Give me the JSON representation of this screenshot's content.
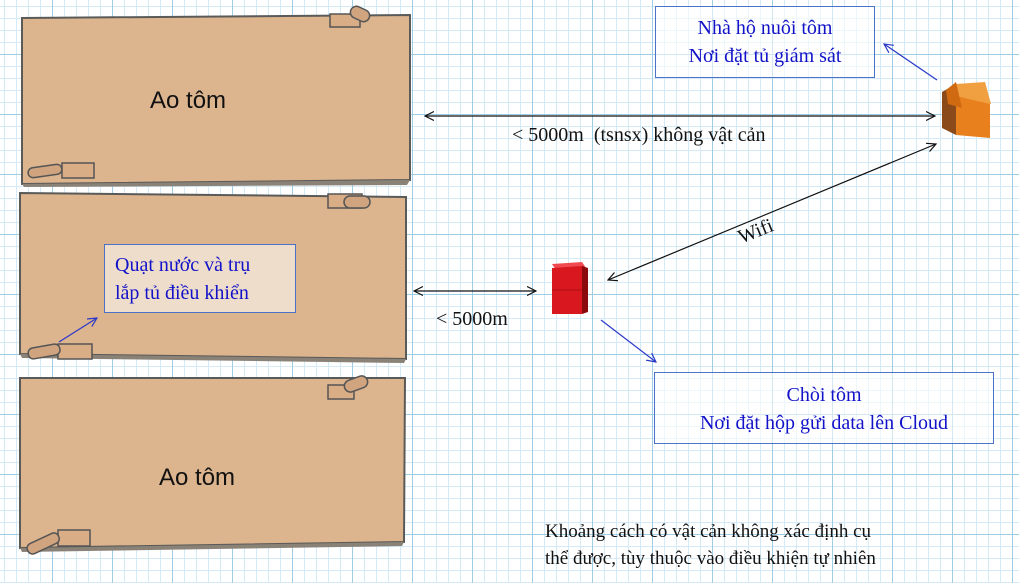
{
  "ponds": {
    "top_label": "Ao tôm",
    "bottom_label": "Ao tôm"
  },
  "labels": {
    "house": [
      "Nhà hộ nuôi tôm",
      "Nơi đặt tủ giám sát"
    ],
    "fan": [
      "Quạt nước và trụ",
      "lắp tủ điều khiển"
    ],
    "hut": [
      "Chòi tôm",
      "Nơi đặt hộp gửi data lên Cloud"
    ],
    "dist_house": "< 5000m  (tsnsx) không vật cản",
    "dist_pond": "< 5000m",
    "wifi": "Wifi",
    "footnote": [
      "Khoảng cách có vật cản không xác định cụ",
      "thể được, tùy thuộc vào điều khiện tự nhiên"
    ]
  },
  "colors": {
    "pond_fill": "#dcb48e",
    "pond_edge": "#8a8276",
    "house_box": "#e8801e",
    "hut_box": "#d8181e",
    "note_text": "#1212c8",
    "note_border": "#4a73c8"
  }
}
